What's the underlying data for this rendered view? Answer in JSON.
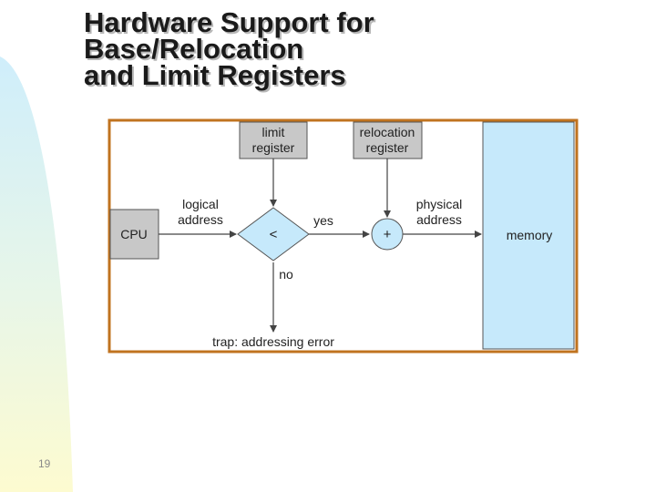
{
  "slide": {
    "title_lines": [
      "Hardware Support for",
      "Base/Relocation",
      "and Limit Registers"
    ],
    "page_number": "19"
  },
  "diagram": {
    "limit_register": [
      "limit",
      "register"
    ],
    "relocation_register": [
      "relocation",
      "register"
    ],
    "cpu": "CPU",
    "logical_address": [
      "logical",
      "address"
    ],
    "compare_symbol": "<",
    "yes": "yes",
    "no": "no",
    "add_symbol": "+",
    "physical_address": [
      "physical",
      "address"
    ],
    "memory": "memory",
    "trap": "trap: addressing error"
  },
  "colors": {
    "frame": "#c0731f",
    "register_fill": "#c8c8c8",
    "node_fill": "#c6e9fb",
    "memory_fill": "#c6e9fb",
    "side_gradient_top": "#cfeefb",
    "side_gradient_bottom": "#fdfbd0"
  }
}
